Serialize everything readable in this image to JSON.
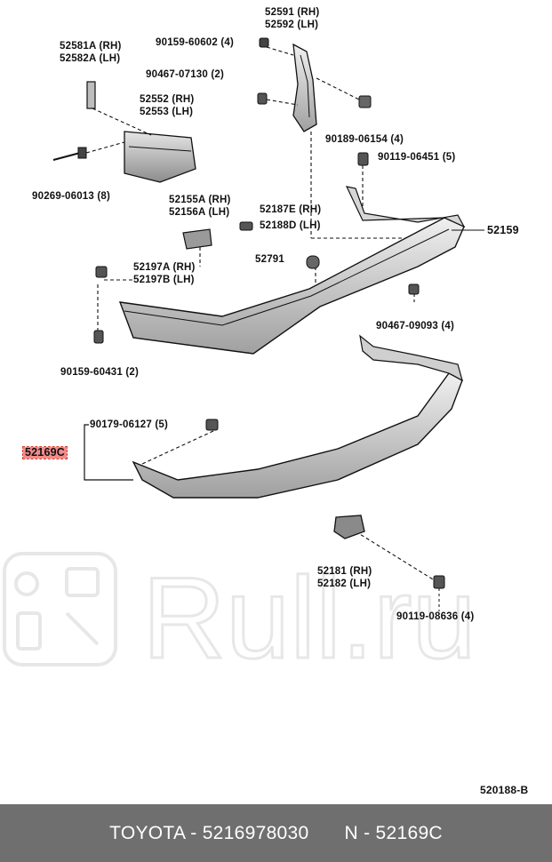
{
  "labels": {
    "p52591": "52591 (RH)",
    "p52592": "52592 (LH)",
    "p52581a": "52581A (RH)",
    "p52582a": "52582A (LH)",
    "p90159_60602": "90159-60602 (4)",
    "p90467_07130": "90467-07130 (2)",
    "p52552": "52552 (RH)",
    "p52553": "52553 (LH)",
    "p90189_06154": "90189-06154 (4)",
    "p90119_06451": "90119-06451 (5)",
    "p90269_06013": "90269-06013 (8)",
    "p52155a": "52155A (RH)",
    "p52156a": "52156A (LH)",
    "p52187e": "52187E (RH)",
    "p52188d": "52188D (LH)",
    "p52159": "52159",
    "p52791": "52791",
    "p52197a": "52197A (RH)",
    "p52197b": "52197B (LH)",
    "p90467_09093": "90467-09093 (4)",
    "p90159_60431": "90159-60431 (2)",
    "p90179_06127": "90179-06127 (5)",
    "p52169c": "52169C",
    "p52181": "52181 (RH)",
    "p52182": "52182 (LH)",
    "p90119_08636": "90119-08636 (4)"
  },
  "diagram_code": "520188-B",
  "watermark_text": "Rull.ru",
  "footer": {
    "left": "TOYOTA - 5216978030",
    "right": "N - 52169C"
  },
  "colors": {
    "highlight": "#f28b8b",
    "footer_bg": "#6f6f6f",
    "line": "#111111",
    "shade": "#9a9a9a"
  }
}
